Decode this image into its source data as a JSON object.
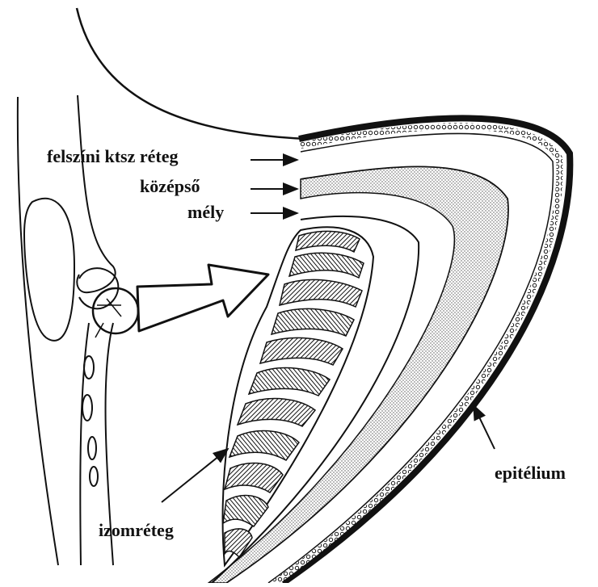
{
  "labels": {
    "superficial_layer": "felszíni ktsz réteg",
    "middle_layer": "középső",
    "deep_layer": "mély",
    "muscle_layer": "izomréteg",
    "epithelium": "epitélium"
  },
  "colors": {
    "ink": "#111111",
    "background": "#ffffff"
  }
}
